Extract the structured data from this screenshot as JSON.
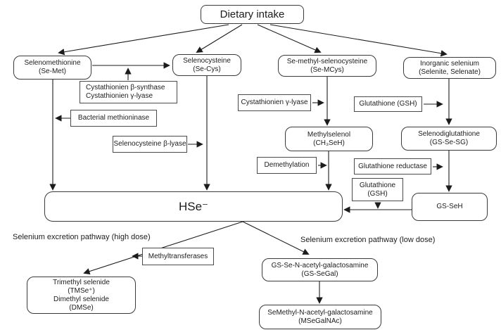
{
  "colors": {
    "ink": "#1c1c1c",
    "background": "#ffffff"
  },
  "nodes": {
    "dietary_intake": "Dietary intake",
    "se_met": "Selenomethionine\n(Se-Met)",
    "se_cys": "Selenocysteine\n(Se-Cys)",
    "se_mcys": "Se-methyl-selenocysteine\n(Se-MCys)",
    "inorganic_selenium": "Inorganic selenium\n(Selenite, Selenate)",
    "cystathionine_enzymes": "Cystathionien β-synthase\nCystathionien γ-lyase",
    "bacterial_methioninase": "Bacterial methioninase",
    "selenocysteine_beta_lyase": "Selenocysteine β-lyase",
    "cystathionine_gamma_lyase": "Cystathionien γ-lyase",
    "glutathione_gsh_1": "Glutathione (GSH)",
    "methylselenol": "Methylselenol\n(CH₃SeH)",
    "selenodiglutathione": "Selenodiglutathione\n(GS-Se-SG)",
    "demethylation": "Demethylation",
    "glutathione_reductase": "Glutathione reductase",
    "glutathione_gsh_2": "Glutathione\n(GSH)",
    "gs_seh": "GS-SeH",
    "hse": "HSe⁻",
    "methyltransferases": "Methyltransferases",
    "gs_segal": "GS-Se-N-acetyl-galactosamine\n(GS-SeGal)",
    "tmse_dmse": "Trimethyl selenide\n(TMSe⁺)\nDimethyl selenide\n(DMSe)",
    "msegalnac": "SeMethyl-N-acetyl-galactosamine\n(MSeGalNAc)"
  },
  "labels": {
    "high_dose": "Selenium excretion pathway (high dose)",
    "low_dose": "Selenium excretion pathway (low dose)"
  }
}
